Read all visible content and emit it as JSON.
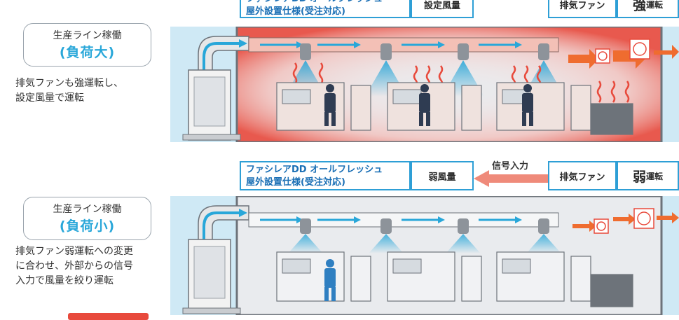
{
  "top": {
    "header_title_line1": "ファシレアDD オールフレッシュ",
    "header_title_line2": "屋外設置仕様(受注対応)",
    "airflow_label": "設定風量",
    "fan_label": "排気ファン",
    "fan_strength": "強",
    "fan_suffix": "運転",
    "status_line": "生産ライン稼働",
    "status_load": "(負荷大)",
    "description": "排気ファンも強運転し、\n設定風量で運転"
  },
  "bottom": {
    "header_title_line1": "ファシレアDD オールフレッシュ",
    "header_title_line2": "屋外設置仕様(受注対応)",
    "airflow_label": "弱風量",
    "signal_label": "信号入力",
    "fan_label": "排気ファン",
    "fan_strength": "弱",
    "fan_suffix": "運転",
    "status_line": "生産ライン稼働",
    "status_load": "(負荷小)",
    "description": "排気ファン弱運転への変更\nに合わせ、外部からの信号\n入力で風量を絞り運転"
  },
  "colors": {
    "accent_blue": "#2e9fd6",
    "load_text": "#29a7d9",
    "heat_red": "#e84a3c",
    "signal_arrow": "#ef8a7a",
    "fan_arrow": "#ef6c2f"
  }
}
